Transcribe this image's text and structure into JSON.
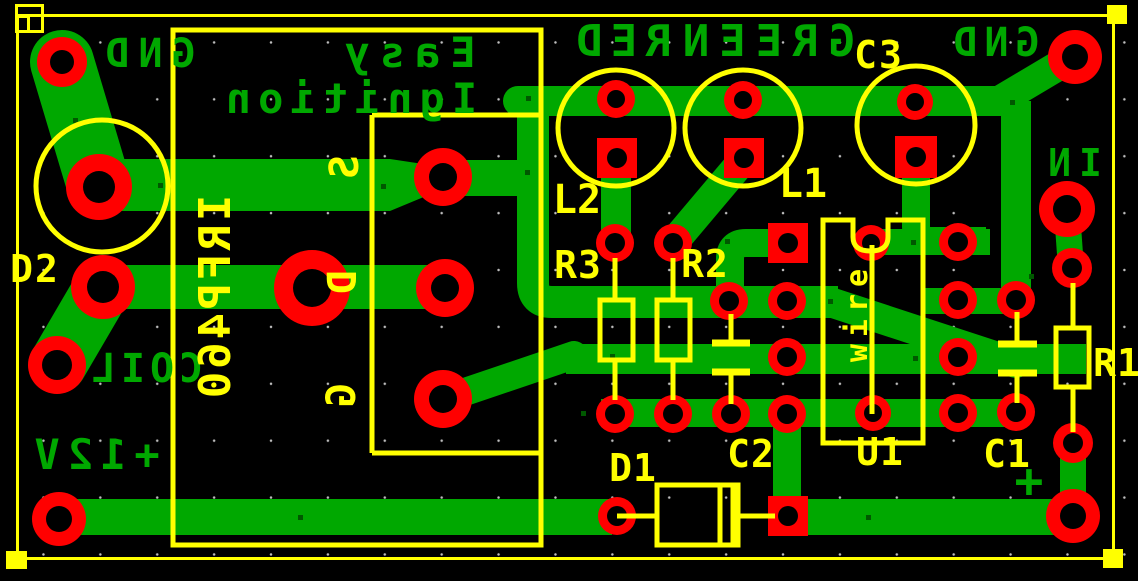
{
  "colors": {
    "background": "#000000",
    "copper": "#00a800",
    "pad": "#ff0000",
    "silkscreen": "#ffff00",
    "grid_dot_on_black": "#ffffff",
    "grid_dot_on_copper": "#005800"
  },
  "copper_text": {
    "gnd_top_left": "GND",
    "easy": "Easy",
    "ignition": "Ignition",
    "red_led": "RED",
    "green_led": "GREEN",
    "gnd_top_right": "GND",
    "in": "IN",
    "coil": "COIL",
    "plus_12v": "+12V",
    "c1_polarity": "+"
  },
  "silkscreen_text": {
    "d2": "D2",
    "c3": "C3",
    "l2": "L2",
    "l1": "L1",
    "r3": "R3",
    "r2": "R2",
    "r1": "R1",
    "c2": "C2",
    "c1": "C1",
    "u1": "U1",
    "d1": "D1",
    "wire": "wire",
    "mosfet": "IRFP460",
    "pin_source": "S",
    "pin_drain": "D",
    "pin_gate": "G"
  }
}
